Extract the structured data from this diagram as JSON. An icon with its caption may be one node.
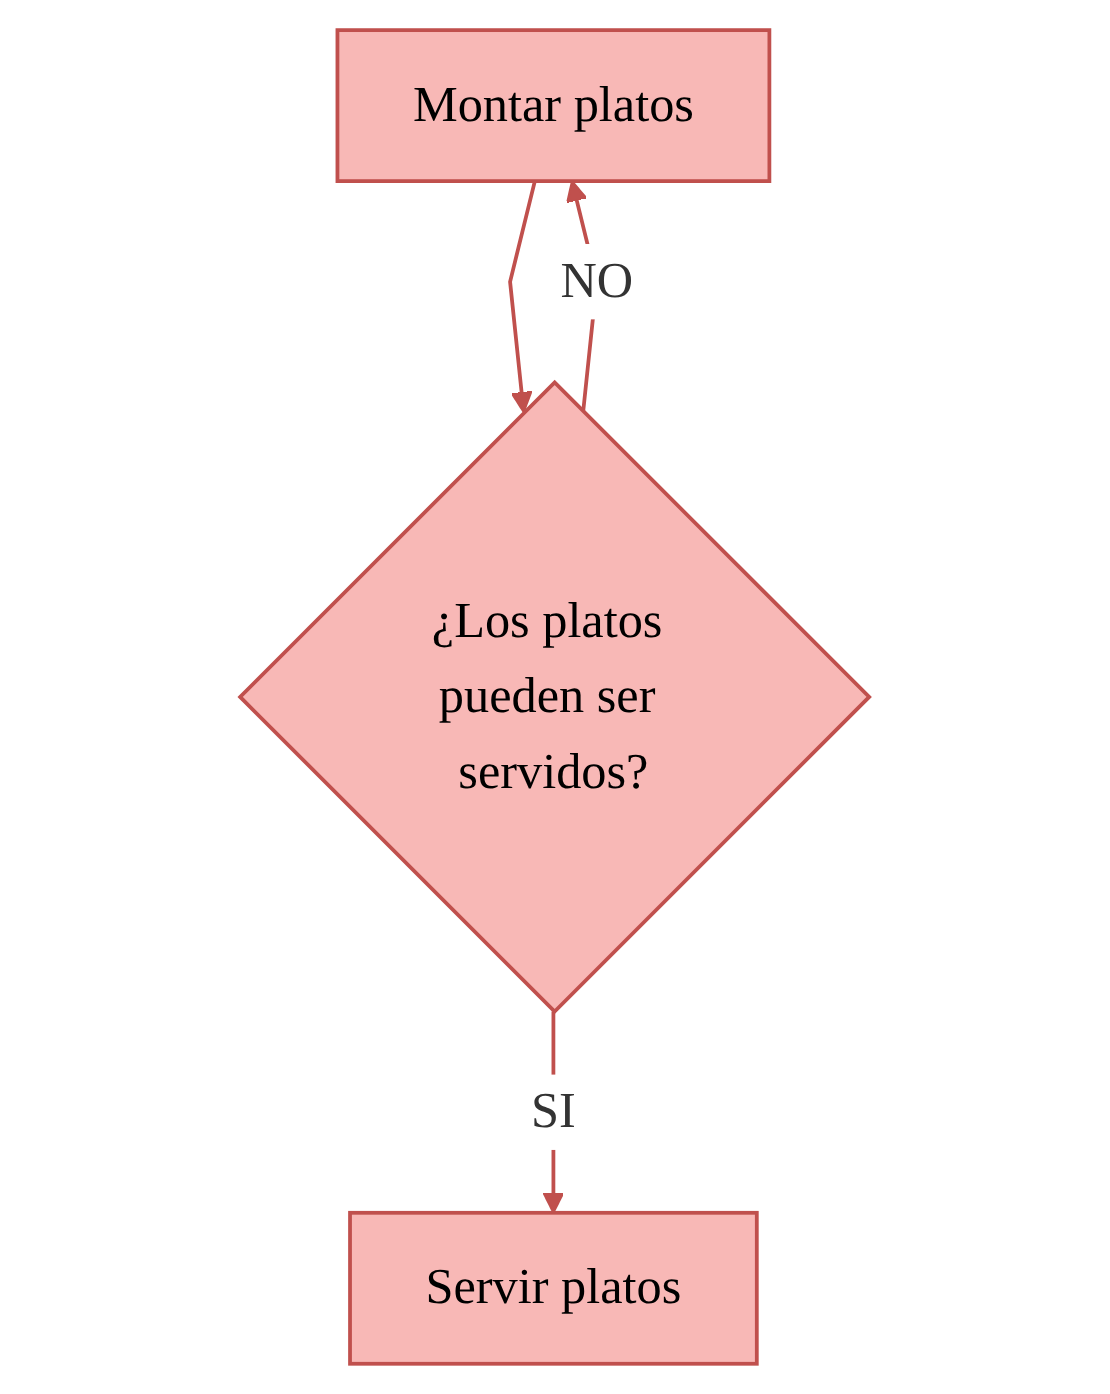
{
  "diagram": {
    "nodes": [
      {
        "text": [
          "Montar platos"
        ]
      },
      {
        "text": [
          "¿Los platos pueden ser servidos?"
        ]
      },
      {
        "text": [
          "Servir platos"
        ]
      }
    ],
    "edges": [
      {
        "from": 0,
        "to": 1,
        "arrow": "to"
      },
      {
        "from": 1,
        "to": 0,
        "arrow": "to",
        "label": "NO"
      },
      {
        "from": 1,
        "to": 2,
        "arrow": "to",
        "label": "SI"
      }
    ]
  }
}
